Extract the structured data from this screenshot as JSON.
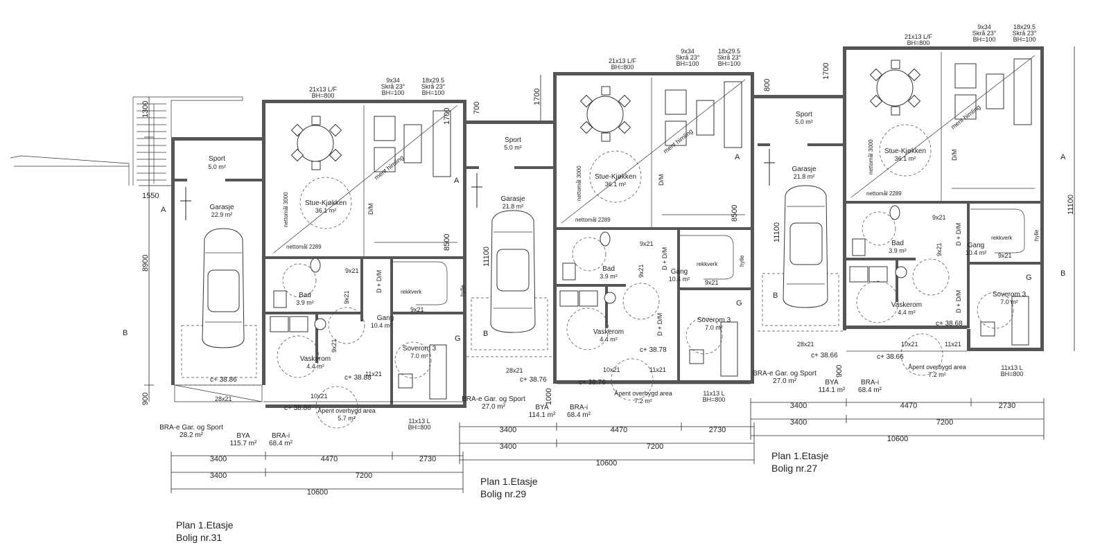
{
  "units": [
    {
      "key": "bolig31",
      "title": "Plan 1.Etasje",
      "subtitle": "Bolig nr.31",
      "rooms": {
        "sport_name": "Sport",
        "sport_area": "5.0 m²",
        "garage_name": "Garasje",
        "garage_area": "22.9 m²",
        "living_name": "Stue-Kjøkken",
        "living_area": "36.1 m²",
        "bath_name": "Bad",
        "bath_area": "3.9 m²",
        "hall_name": "Gang",
        "hall_area": "10.4 m²",
        "laundry_name": "Vaskerom",
        "laundry_area": "4.4 m²",
        "bedroom_name": "Soverom 3",
        "bedroom_area": "7.0 m²",
        "porch": "Åpent overbygd area",
        "porch_area": "5.7 m²"
      },
      "labels": {
        "win_top1_a": "21x13 L/F",
        "win_top1_b": "BH=800",
        "win_top2_a": "9x34",
        "win_top2_b": "Skrå 23°",
        "win_top2_c": "BH=100",
        "win_top3_a": "18x29.5",
        "win_top3_b": "Skrå 23°",
        "win_top3_c": "BH=100",
        "door1": "9x21",
        "door2": "9x21",
        "door3": "9x21",
        "door4": "9x21",
        "door5": "11x21",
        "door6": "10x21",
        "door7": "28x21",
        "win_bottom_a": "11x13 L",
        "win_bottom_b": "BH=800",
        "level_garage": "c+ 38.86",
        "level_inner": "c+ 38.88",
        "level_porch": "c+ 38.86",
        "nettomal_v": "nettomål 3000",
        "nettomal_h": "nettomål 2289",
        "dim_1300": "1300",
        "dim_1550": "1550",
        "dim_8900": "8900",
        "dim_900": "900",
        "dim_1700": "1700",
        "dim_8500": "8500",
        "marker_a": "A",
        "marker_b": "B",
        "marker_g": "G",
        "dlm": "D + D/M",
        "dlm_short": "D/M",
        "rekkverk": "rekkverk",
        "hylle": "hylle",
        "line_note": "ment himling"
      },
      "area_labels": {
        "bra_e": "BRA-e Gar. og Sport",
        "bra_e_val": "28.2 m²",
        "bya": "BYA",
        "bya_val": "115.7 m²",
        "bra_i": "BRA-i",
        "bra_i_val": "68.4 m²"
      },
      "dims": {
        "d1": "3400",
        "d2": "4470",
        "d3": "2730",
        "d4": "3400",
        "d5": "7200",
        "total": "10600"
      }
    },
    {
      "key": "bolig29",
      "title": "Plan 1.Etasje",
      "subtitle": "Bolig nr.29",
      "rooms": {
        "sport_name": "Sport",
        "sport_area": "5.0 m²",
        "garage_name": "Garasje",
        "garage_area": "21.8 m²",
        "living_name": "Stue-Kjøkken",
        "living_area": "36.1 m²",
        "bath_name": "Bad",
        "bath_area": "3.9 m²",
        "hall_name": "Gang",
        "hall_area": "10.4 m²",
        "laundry_name": "Vaskerom",
        "laundry_area": "4.4 m²",
        "bedroom_name": "Soverom 3",
        "bedroom_area": "7.0 m²",
        "porch": "Åpent overbygd area",
        "porch_area": "7.2 m²"
      },
      "labels": {
        "win_top1_a": "21x13 L/F",
        "win_top1_b": "BH=800",
        "win_top2_a": "9x34",
        "win_top2_b": "Skrå 23°",
        "win_top2_c": "BH=100",
        "win_top3_a": "18x29.5",
        "win_top3_b": "Skrå 23°",
        "win_top3_c": "BH=100",
        "door1": "9x21",
        "door2": "9x21",
        "door3": "9x21",
        "door5": "11x21",
        "door6": "10x21",
        "door7": "28x21",
        "win_bottom_a": "11x13 L",
        "win_bottom_b": "BH=800",
        "level_garage": "c+ 38.76",
        "level_inner": "c+ 38.78",
        "level_porch": "c+ 38.76",
        "nettomal_v": "nettomål 3000",
        "nettomal_h": "nettomål 2289",
        "dim_700": "700",
        "dim_1700": "1700",
        "dim_11100": "11100",
        "dim_1000": "1000",
        "dim_8500": "8500",
        "marker_a": "A",
        "marker_b": "B",
        "marker_g": "G",
        "dlm": "D + D/M",
        "dlm_short": "D/M",
        "rekkverk": "rekkverk",
        "hylle": "hylle",
        "line_note": "ment himling"
      },
      "area_labels": {
        "bra_e": "BRA-e Gar. og Sport",
        "bra_e_val": "27.0 m²",
        "bya": "BYA",
        "bya_val": "114.1 m²",
        "bra_i": "BRA-i",
        "bra_i_val": "68.4 m²"
      },
      "dims": {
        "d1": "3400",
        "d2": "4470",
        "d3": "2730",
        "d4": "3400",
        "d5": "7200",
        "total": "10600"
      }
    },
    {
      "key": "bolig27",
      "title": "Plan 1.Etasje",
      "subtitle": "Bolig nr.27",
      "rooms": {
        "sport_name": "Sport",
        "sport_area": "5.0 m²",
        "garage_name": "Garasje",
        "garage_area": "21.8 m²",
        "living_name": "Stue-Kjøkken",
        "living_area": "36.1 m²",
        "bath_name": "Bad",
        "bath_area": "3.9 m²",
        "hall_name": "Gang",
        "hall_area": "10.4 m²",
        "laundry_name": "Vaskerom",
        "laundry_area": "4.4 m²",
        "bedroom_name": "Soverom 3",
        "bedroom_area": "7.0 m²",
        "porch": "Åpent overbygd area",
        "porch_area": "7.2 m²"
      },
      "labels": {
        "win_top1_a": "21x13 L/F",
        "win_top1_b": "BH=800",
        "win_top2_a": "9x34",
        "win_top2_b": "Skrå 23°",
        "win_top2_c": "BH=100",
        "win_top3_a": "18x29.5",
        "win_top3_b": "Skrå 23°",
        "win_top3_c": "BH=100",
        "door1": "9x21",
        "door2": "9x21",
        "door3": "9x21",
        "door5": "11x21",
        "door6": "10x21",
        "door7": "28x21",
        "win_bottom_a": "11x13 L",
        "win_bottom_b": "BH=800",
        "level_garage": "c+ 38.66",
        "level_inner": "c+ 38.68",
        "level_porch": "c+ 38.66",
        "nettomal_v": "nettomål 3000",
        "nettomal_h": "nettomål 2289",
        "dim_800": "800",
        "dim_1700": "1700",
        "dim_11100": "11100",
        "dim_900": "900",
        "marker_a": "A",
        "marker_b": "B",
        "marker_g": "G",
        "dlm": "D + D/M",
        "dlm_short": "D/M",
        "rekkverk": "rekkverk",
        "hylle": "hylle",
        "line_note": "ment himling"
      },
      "area_labels": {
        "bra_e": "BRA-e Gar. og Sport",
        "bra_e_val": "27.0 m²",
        "bya": "BYA",
        "bya_val": "114.1 m²",
        "bra_i": "BRA-i",
        "bra_i_val": "68.4 m²"
      },
      "dims": {
        "d1": "3400",
        "d2": "4470",
        "d3": "2730",
        "d4": "3400",
        "d5": "7200",
        "total": "10600"
      }
    }
  ]
}
